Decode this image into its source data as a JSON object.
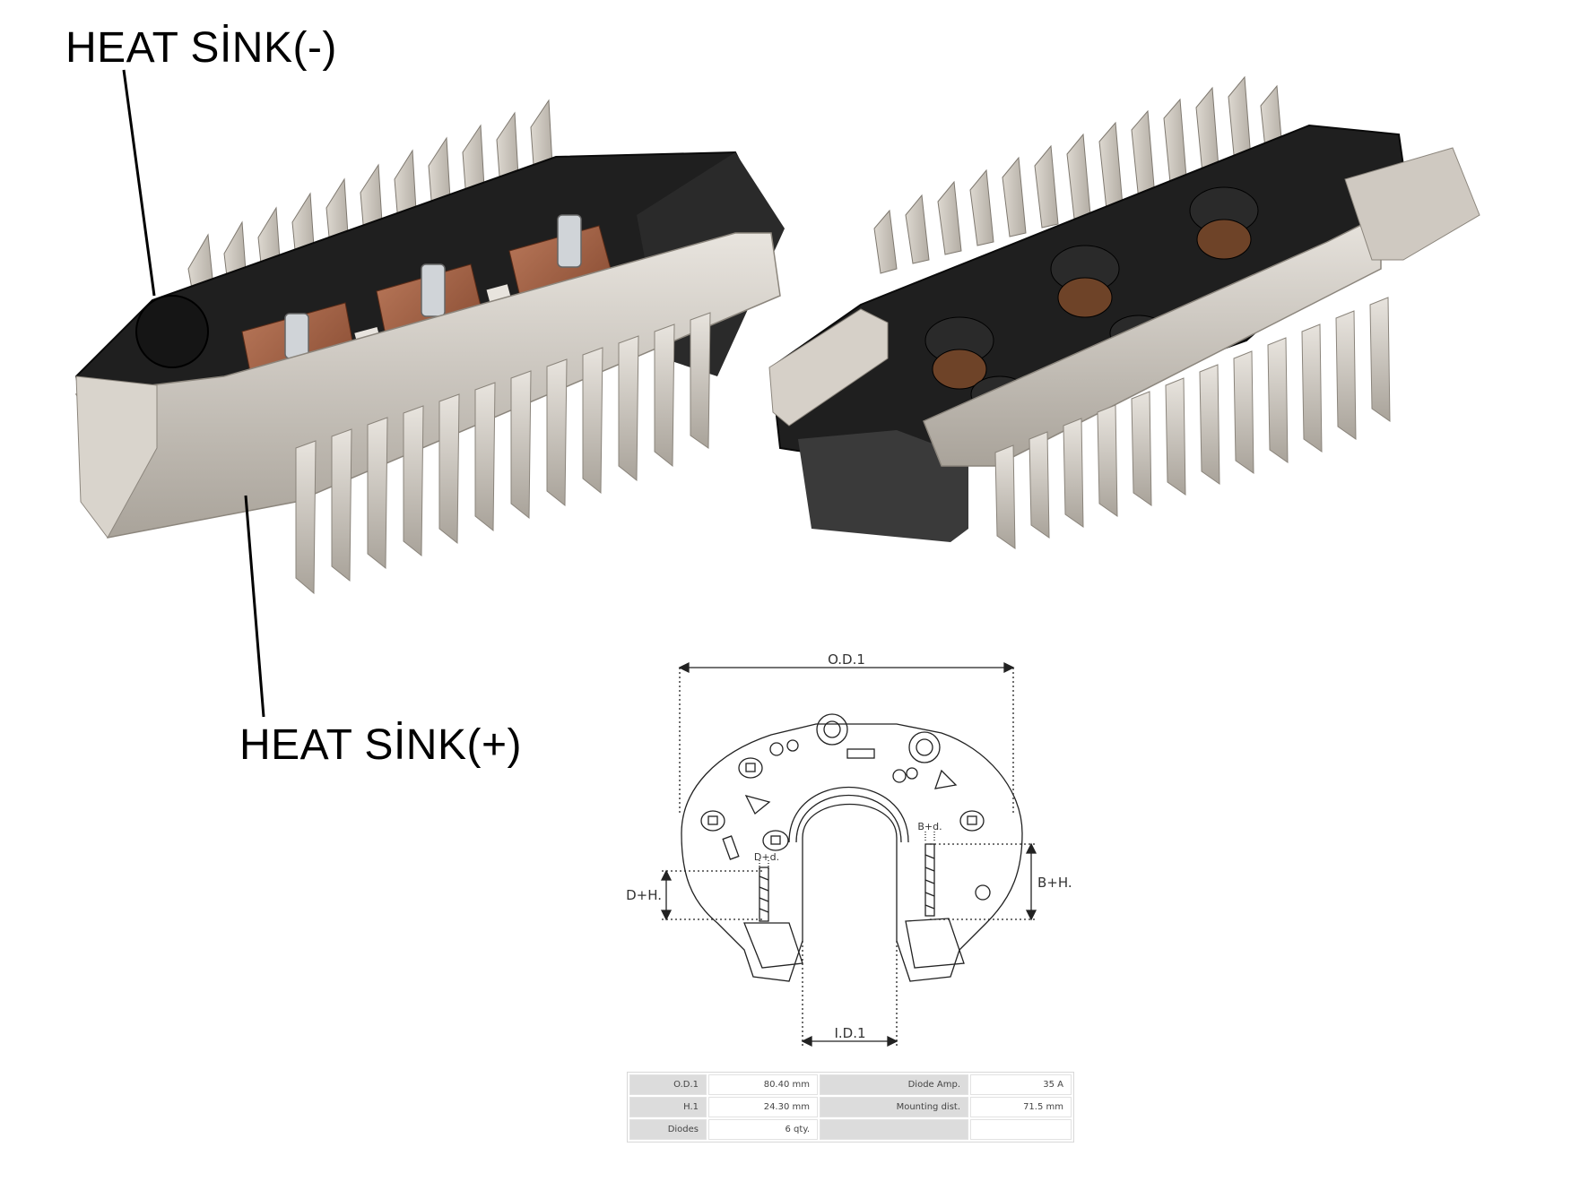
{
  "labels": {
    "heat_sink_negative": "HEAT SİNK(-)",
    "heat_sink_positive": "HEAT SİNK(+)"
  },
  "diagram": {
    "od_label": "O.D.1",
    "id_label": "I.D.1",
    "dh_label": "D+H.",
    "dd_label": "D+d.",
    "bh_label": "B+H.",
    "bd_label": "B+d."
  },
  "specs": [
    {
      "k1": "O.D.1",
      "v1": "80.40 mm",
      "k2": "Diode Amp.",
      "v2": "35 A"
    },
    {
      "k1": "H.1",
      "v1": "24.30 mm",
      "k2": "Mounting dist.",
      "v2": "71.5 mm"
    },
    {
      "k1": "Diodes",
      "v1": "6 qty.",
      "k2": "",
      "v2": ""
    }
  ],
  "colors": {
    "aluminum": "#c9c3bb",
    "black_plastic": "#1e1e1e",
    "copper": "#9a5a3c"
  }
}
